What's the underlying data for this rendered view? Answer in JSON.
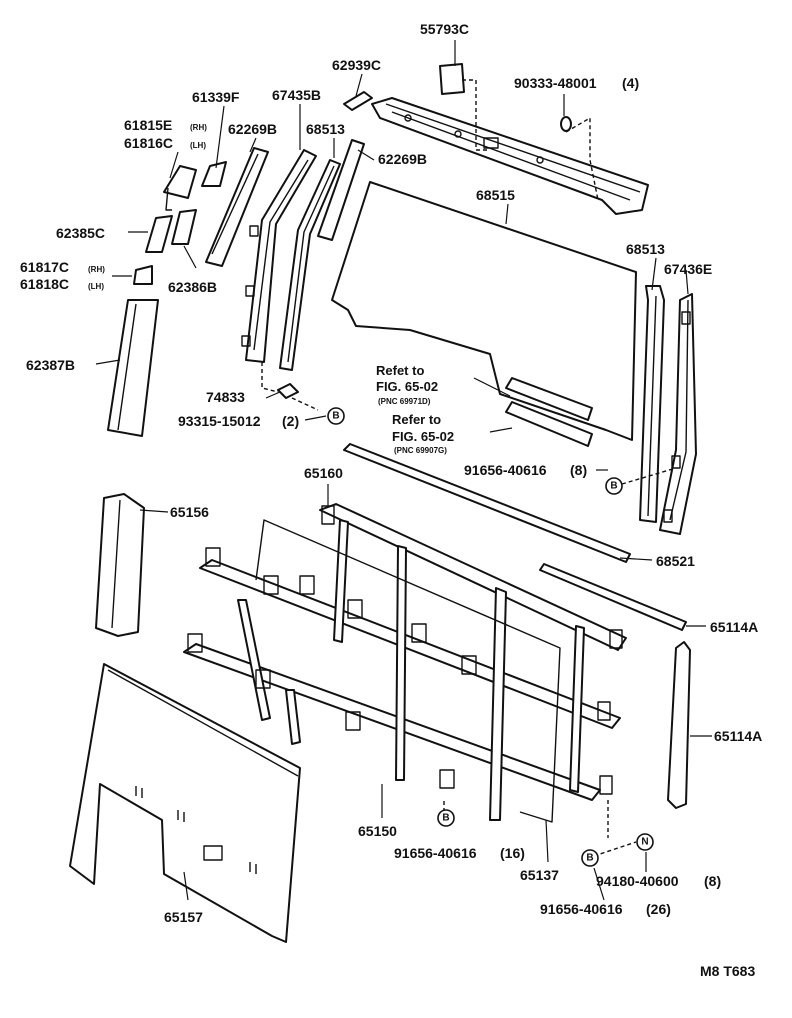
{
  "labels": {
    "p55793C": "55793C",
    "p62939C": "62939C",
    "p90333": "90333-48001",
    "p90333_qty": "(4)",
    "p61339F": "61339F",
    "p67435B": "67435B",
    "p61815E": "61815E",
    "p61815E_side": "(RH)",
    "p61816C": "61816C",
    "p61816C_side": "(LH)",
    "p62269B_a": "62269B",
    "p68513_a": "68513",
    "p62269B_b": "62269B",
    "p68515": "68515",
    "p62385C": "62385C",
    "p61817C": "61817C",
    "p61817C_side": "(RH)",
    "p61818C": "61818C",
    "p61818C_side": "(LH)",
    "p62386B": "62386B",
    "p68513_b": "68513",
    "p67436E": "67436E",
    "p62387B": "62387B",
    "p74833": "74833",
    "p93315": "93315-15012",
    "p93315_qty": "(2)",
    "ref1_title": "Refet to",
    "ref1_fig": "FIG. 65-02",
    "ref1_pnc": "(PNC 69971D)",
    "ref2_title": "Refer to",
    "ref2_fig": "FIG. 65-02",
    "ref2_pnc": "(PNC 69907G)",
    "p91656_a": "91656-40616",
    "p91656_a_qty": "(8)",
    "p65160": "65160",
    "p65156": "65156",
    "p68521": "68521",
    "p65114A_a": "65114A",
    "p65114A_b": "65114A",
    "p65150": "65150",
    "p91656_b": "91656-40616",
    "p91656_b_qty": "(16)",
    "p65137": "65137",
    "p94180": "94180-40600",
    "p94180_qty": "(8)",
    "p91656_c": "91656-40616",
    "p91656_c_qty": "(26)",
    "p65157": "65157",
    "diagram_code": "M8 T683"
  },
  "markers": {
    "bolt": "B",
    "nut": "N"
  }
}
